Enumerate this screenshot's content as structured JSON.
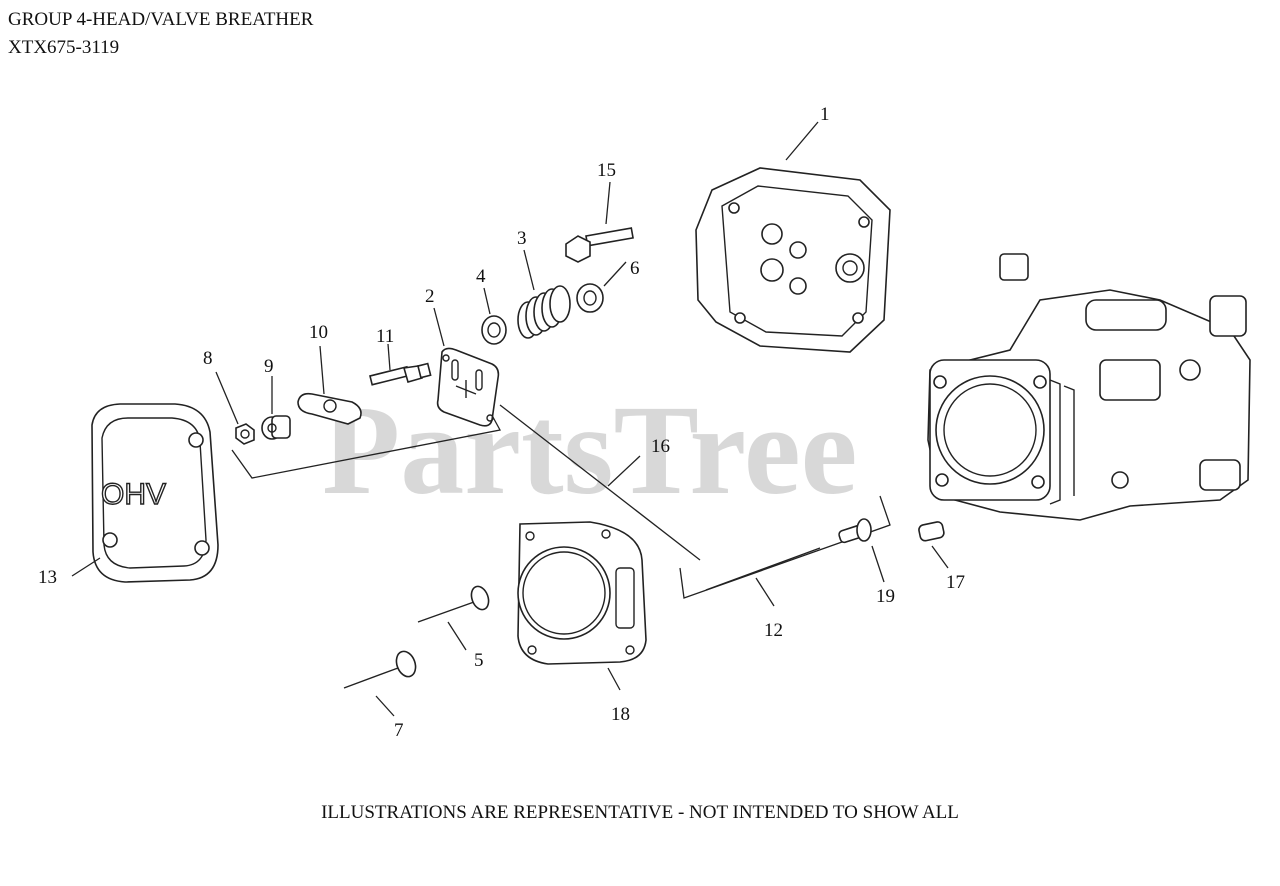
{
  "header": {
    "title": "GROUP 4-HEAD/VALVE BREATHER",
    "model": "XTX675-3119"
  },
  "watermark": {
    "text": "PartsTree",
    "mark": "™"
  },
  "footer": {
    "note": "ILLUSTRATIONS ARE REPRESENTATIVE - NOT INTENDED TO SHOW ALL"
  },
  "cover_label": "OHV",
  "callouts": {
    "c1": "1",
    "c2": "2",
    "c3": "3",
    "c4": "4",
    "c5": "5",
    "c6": "6",
    "c7": "7",
    "c8": "8",
    "c9": "9",
    "c10": "10",
    "c11": "11",
    "c12": "12",
    "c13": "13",
    "c15": "15",
    "c16": "16",
    "c17": "17",
    "c18": "18",
    "c19": "19"
  },
  "colors": {
    "line": "#222222",
    "watermark": "#c8c8c8",
    "text": "#111111"
  }
}
